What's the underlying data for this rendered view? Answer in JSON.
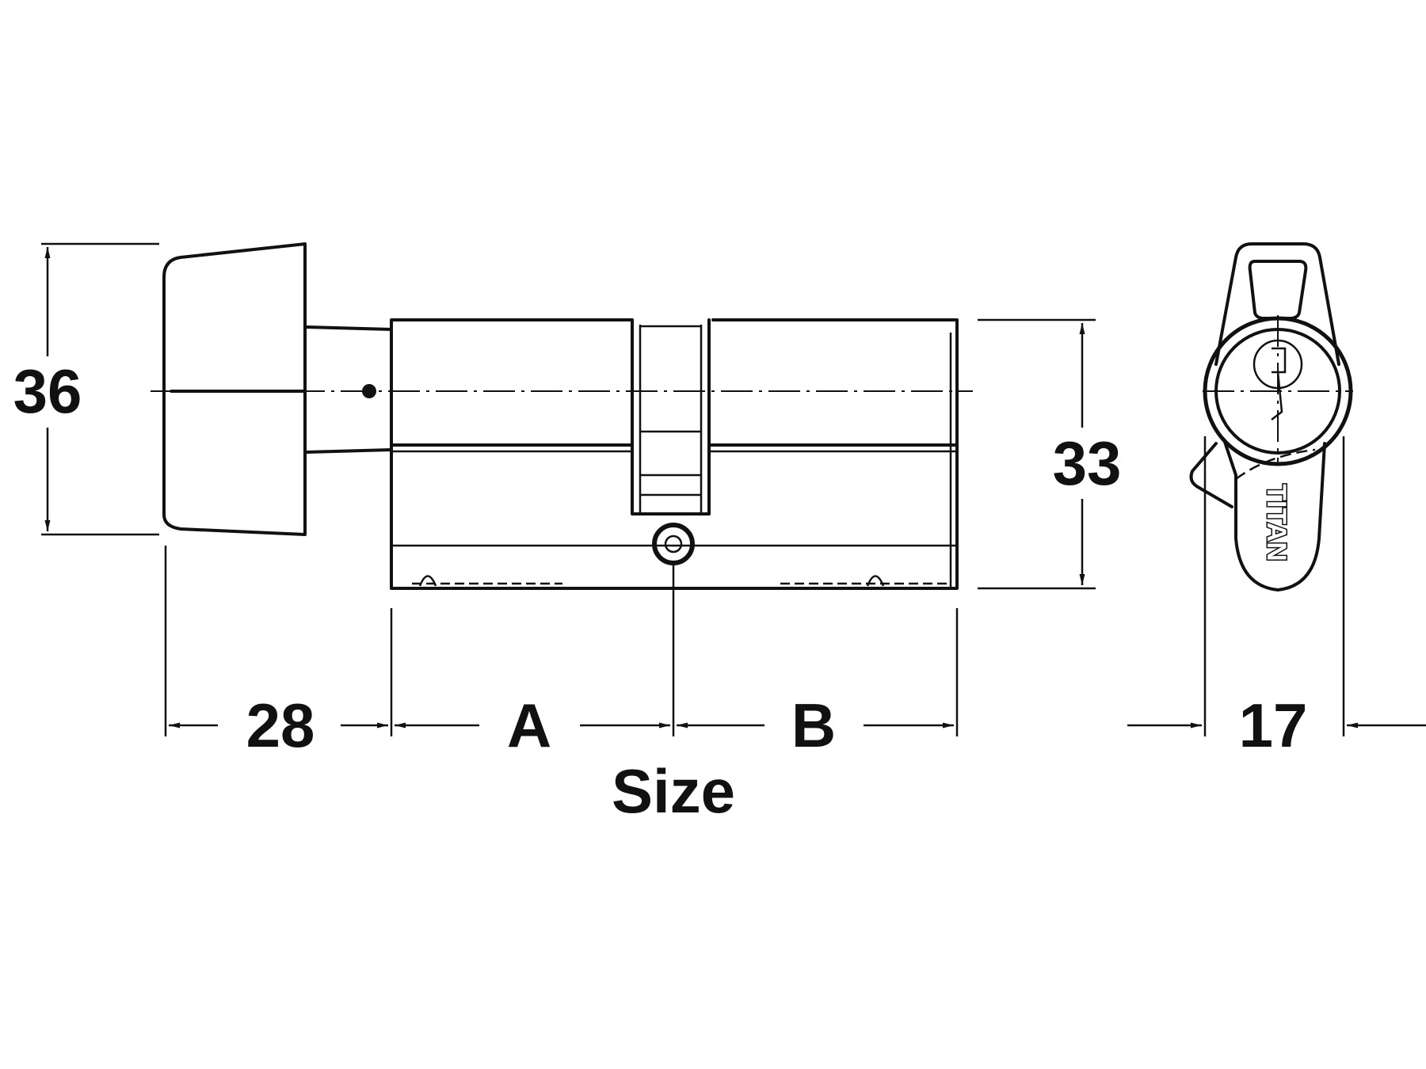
{
  "dimensions": {
    "knob_height": "36",
    "body_height": "33",
    "knob_length": "28",
    "side_a": "A",
    "side_b": "B",
    "overall": "Size",
    "cam_width": "17"
  },
  "brand_logo": "TITAN",
  "colors": {
    "line": "#111111",
    "background": "#ffffff"
  }
}
